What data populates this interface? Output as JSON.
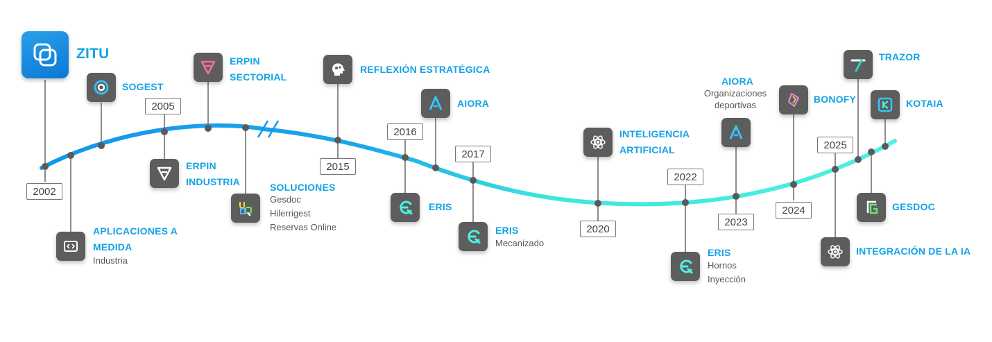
{
  "colors": {
    "line_start": "#1296ee",
    "line_end": "#4ff0e2",
    "accent_text": "#13a3e6",
    "icon_bg": "#5d5d5d",
    "connector": "#666666"
  },
  "years": [
    "2002",
    "2005",
    "2015",
    "2016",
    "2017",
    "2020",
    "2022",
    "2023",
    "2024",
    "2025"
  ],
  "milestones": {
    "zitu": {
      "title": "ZITU",
      "icon": "zitu-logo"
    },
    "sogest": {
      "title": "SOGEST",
      "icon": "sogest-logo"
    },
    "aplicaciones": {
      "title1": "APLICACIONES A",
      "title2": "MEDIDA",
      "sub": "Industria",
      "icon": "code-icon"
    },
    "erpin_sectorial": {
      "title1": "ERPIN",
      "title2": "SECTORIAL",
      "icon": "erpin-logo"
    },
    "erpin_industria": {
      "title1": "ERPIN",
      "title2": "INDUSTRIA",
      "icon": "erpin-logo"
    },
    "soluciones": {
      "title": "SOLUCIONES",
      "subs": [
        "Gesdoc",
        "Hilerrigest",
        "Reservas Online"
      ],
      "icon": "solutions-logo"
    },
    "reflexion": {
      "title": "REFLEXIÓN ESTRATÉGICA",
      "icon": "head-gears-icon"
    },
    "aiora_2016": {
      "title": "AIORA",
      "icon": "aiora-logo"
    },
    "eris_2016": {
      "title": "ERIS",
      "icon": "eris-logo"
    },
    "eris_2017": {
      "title": "ERIS",
      "sub": "Mecanizado",
      "icon": "eris-logo"
    },
    "ia_2020": {
      "title1": "INTELIGENCIA",
      "title2": "ARTIFICIAL",
      "icon": "atom-icon"
    },
    "aiora_2023": {
      "title": "AIORA",
      "subs": [
        "Organizaciones",
        "deportivas"
      ],
      "icon": "aiora-logo"
    },
    "eris_2022": {
      "title": "ERIS",
      "subs": [
        "Hornos",
        "Inyección"
      ],
      "icon": "eris-logo"
    },
    "bonofy": {
      "title": "BONOFY",
      "icon": "bonofy-logo"
    },
    "trazor": {
      "title": "TRAZOR",
      "icon": "trazor-logo"
    },
    "kotaia": {
      "title": "KOTAIA",
      "icon": "kotaia-logo"
    },
    "gesdoc": {
      "title": "GESDOC",
      "icon": "gesdoc-logo"
    },
    "integracion_ia": {
      "title": "INTEGRACIÓN DE LA IA",
      "icon": "atom-icon"
    }
  }
}
